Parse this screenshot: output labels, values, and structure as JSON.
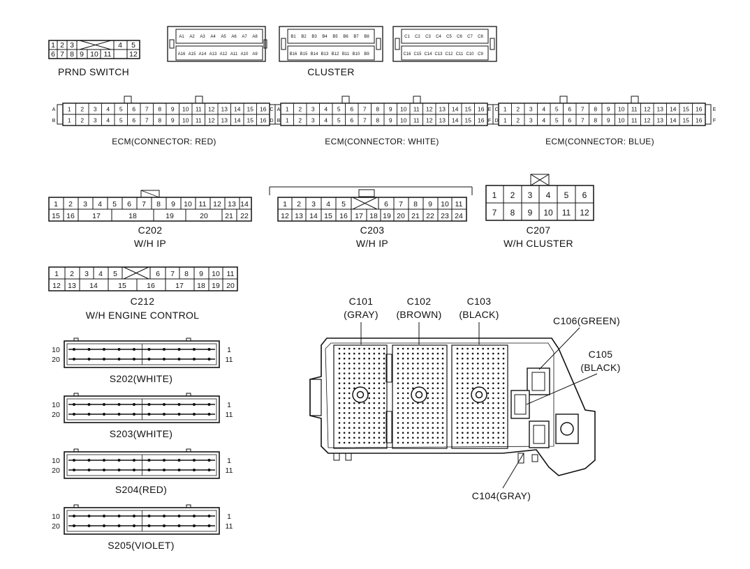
{
  "labels": {
    "prnd": "PRND SWITCH",
    "cluster": "CLUSTER",
    "ecm_red": "ECM(CONNECTOR: RED)",
    "ecm_white": "ECM(CONNECTOR: WHITE)",
    "ecm_blue": "ECM(CONNECTOR: BLUE)",
    "c202": "C202",
    "c202_sub": "W/H IP",
    "c203": "C203",
    "c203_sub": "W/H IP",
    "c207": "C207",
    "c207_sub": "W/H CLUSTER",
    "c212": "C212",
    "c212_sub": "W/H ENGINE CONTROL",
    "s202": "S202(WHITE)",
    "s203": "S203(WHITE)",
    "s204": "S204(RED)",
    "s205": "S205(VIOLET)",
    "c101": "C101",
    "c101_sub": "(GRAY)",
    "c102": "C102",
    "c102_sub": "(BROWN)",
    "c103": "C103",
    "c103_sub": "(BLACK)",
    "c106": "C106(GREEN)",
    "c105": "C105",
    "c105_sub": "(BLACK)",
    "c104": "C104(GRAY)"
  },
  "prnd_pins": {
    "top": [
      "1",
      "2",
      "3",
      "4",
      "5"
    ],
    "bottom": [
      "6",
      "7",
      "8",
      "9",
      "10",
      "11",
      "12"
    ]
  },
  "cluster_pins": {
    "a_top": [
      "A1",
      "A2",
      "A3",
      "A4",
      "A5",
      "A6",
      "A7",
      "A8"
    ],
    "a_bottom": [
      "A16",
      "A15",
      "A14",
      "A13",
      "A12",
      "A11",
      "A10",
      "A9"
    ],
    "b_top": [
      "B1",
      "B2",
      "B3",
      "B4",
      "B5",
      "B6",
      "B7",
      "B8"
    ],
    "b_bottom": [
      "B16",
      "B15",
      "B14",
      "B13",
      "B12",
      "B11",
      "B10",
      "B9"
    ],
    "c_top": [
      "C1",
      "C2",
      "C3",
      "C4",
      "C5",
      "C6",
      "C7",
      "C8"
    ],
    "c_bottom": [
      "C16",
      "C15",
      "C14",
      "C13",
      "C12",
      "C11",
      "C10",
      "C9"
    ]
  },
  "ecm": {
    "pins": [
      "1",
      "2",
      "3",
      "4",
      "5",
      "6",
      "7",
      "8",
      "9",
      "10",
      "11",
      "12",
      "13",
      "14",
      "15",
      "16"
    ],
    "rows_red": [
      "A",
      "B"
    ],
    "rows_white": [
      "C",
      "D"
    ],
    "rows_blue": [
      "E",
      "F"
    ]
  },
  "c202_pins": {
    "top": [
      "1",
      "2",
      "3",
      "4",
      "5",
      "6",
      "7",
      "8",
      "9",
      "10",
      "11",
      "12",
      "13",
      "14"
    ],
    "bottom": [
      "15",
      "16",
      "17",
      "18",
      "19",
      "20",
      "21",
      "22"
    ]
  },
  "c203_pins": {
    "top": [
      "1",
      "2",
      "3",
      "4",
      "5",
      "6",
      "7",
      "8",
      "9",
      "10",
      "11"
    ],
    "bottom": [
      "12",
      "13",
      "14",
      "15",
      "16",
      "17",
      "18",
      "19",
      "20",
      "21",
      "22",
      "23",
      "24"
    ]
  },
  "c207_pins": {
    "top": [
      "1",
      "2",
      "3",
      "4",
      "5",
      "6"
    ],
    "bottom": [
      "7",
      "8",
      "9",
      "10",
      "11",
      "12"
    ]
  },
  "c212_pins": {
    "top": [
      "1",
      "2",
      "3",
      "4",
      "5",
      "6",
      "7",
      "8",
      "9",
      "10",
      "11"
    ],
    "bottom": [
      "12",
      "13",
      "14",
      "15",
      "16",
      "17",
      "18",
      "19",
      "20"
    ]
  },
  "splice_pins": {
    "left_top": "10",
    "left_bottom": "20",
    "right_top": "1",
    "right_bottom": "11"
  }
}
